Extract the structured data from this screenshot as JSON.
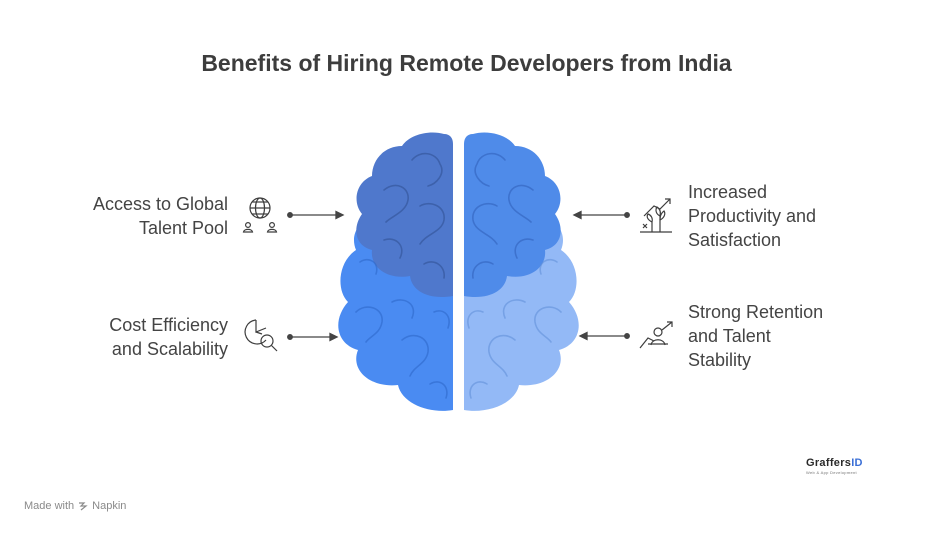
{
  "title": "Benefits of Hiring Remote Developers from India",
  "benefits": [
    {
      "lines": [
        "Access to Global",
        "Talent Pool"
      ],
      "icon": "globe-people-icon",
      "side": "left"
    },
    {
      "lines": [
        "Cost Efficiency",
        "and Scalability"
      ],
      "icon": "chart-magnifier-icon",
      "side": "left"
    },
    {
      "lines": [
        "Increased",
        "Productivity and",
        "Satisfaction"
      ],
      "icon": "growth-plant-icon",
      "side": "right"
    },
    {
      "lines": [
        "Strong Retention",
        "and Talent",
        "Stability"
      ],
      "icon": "person-growth-icon",
      "side": "right"
    }
  ],
  "colors": {
    "brain_top_left": "#4f78cc",
    "brain_bottom_left": "#4a8bf2",
    "brain_top_right": "#4f8be9",
    "brain_bottom_right": "#93b9f6",
    "connector": "#444444"
  },
  "footer": {
    "made_with": "Made with",
    "brand": "Napkin"
  },
  "logo": {
    "prefix": "Graffers",
    "suffix": "ID",
    "tagline": "Web & App Development"
  }
}
